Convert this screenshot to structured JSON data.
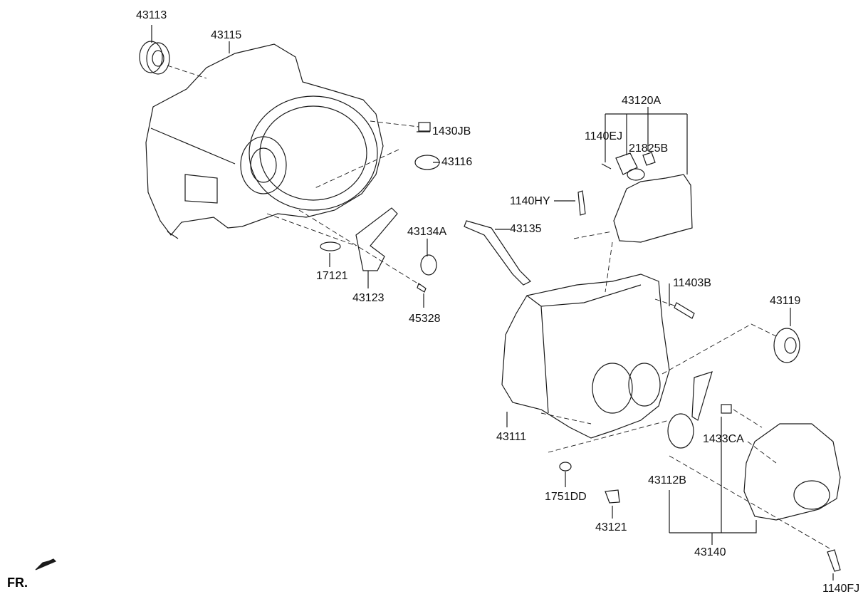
{
  "diagram": {
    "labels": {
      "p43113": "43113",
      "p43115": "43115",
      "p1430JB": "1430JB",
      "p43116": "43116",
      "p43120A": "43120A",
      "p1140EJ": "1140EJ",
      "p21825B": "21825B",
      "p1140HY": "1140HY",
      "p43135": "43135",
      "p43134A": "43134A",
      "p17121": "17121",
      "p43123": "43123",
      "p45328": "45328",
      "p11403B": "11403B",
      "p43119": "43119",
      "p43111": "43111",
      "p1433CA": "1433CA",
      "p43112B": "43112B",
      "p1751DD": "1751DD",
      "p43121": "43121",
      "p43140": "43140",
      "p1140FJ": "1140FJ"
    },
    "orientation": {
      "label": "FR.",
      "icon": "front-arrow-icon"
    },
    "line_color": "#1a1a1a"
  }
}
